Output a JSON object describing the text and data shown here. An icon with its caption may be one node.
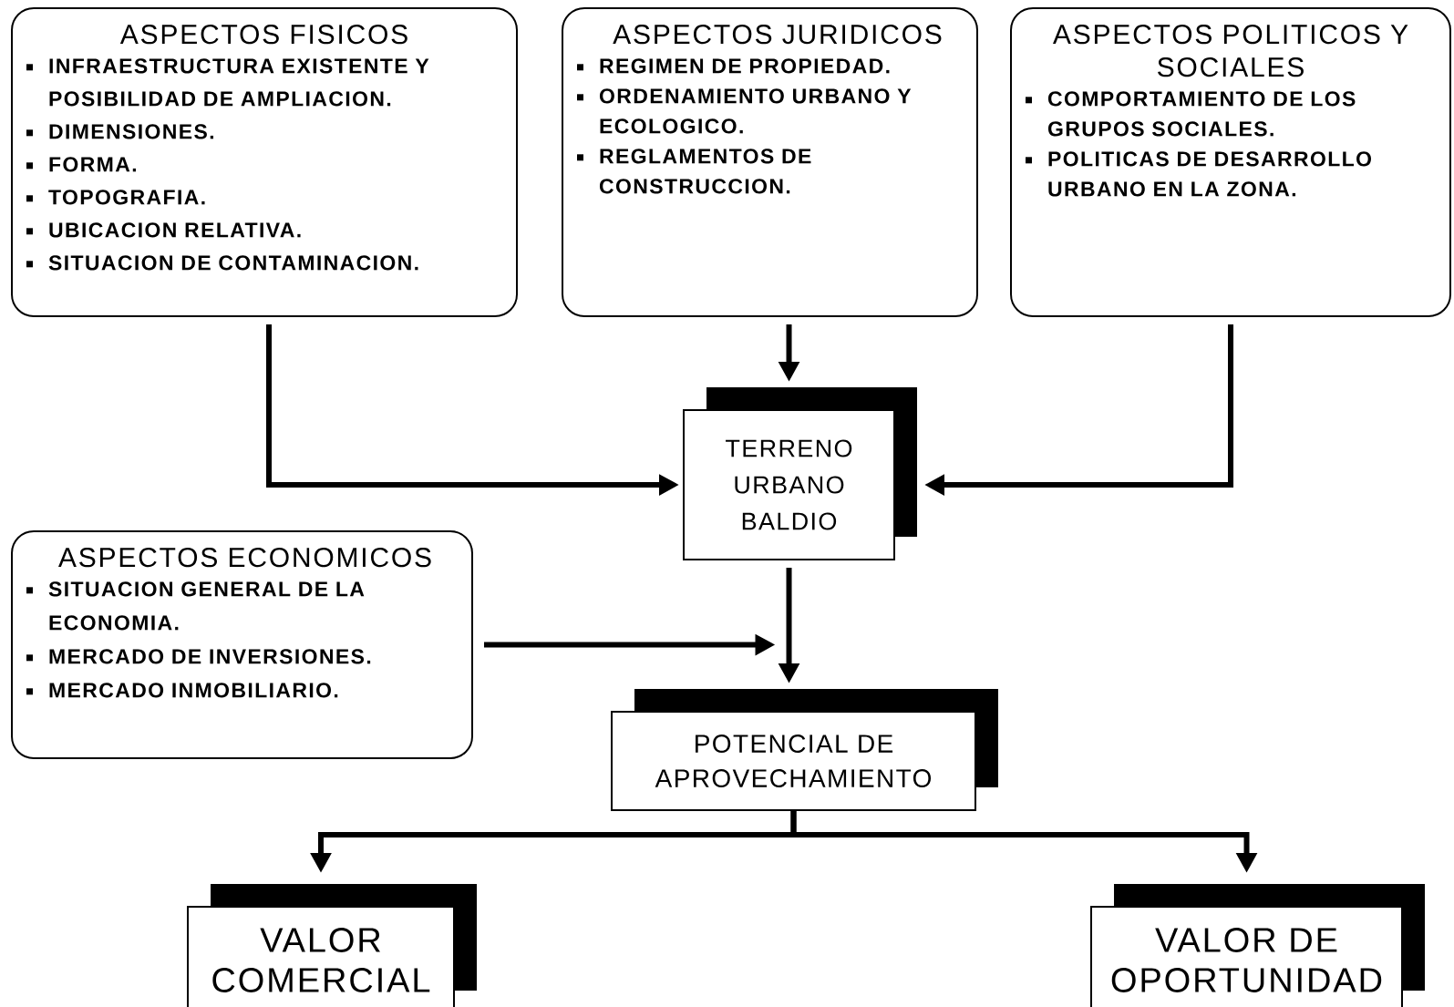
{
  "diagram": {
    "nodes": [
      {
        "text": [
          "ASPECTOS FISICOS",
          "INFRAESTRUCTURA EXISTENTE Y POSIBILIDAD DE AMPLIACION.",
          "DIMENSIONES.",
          "FORMA.",
          "TOPOGRAFIA.",
          "UBICACION RELATIVA.",
          "SITUACION DE CONTAMINACION."
        ]
      },
      {
        "text": [
          "ASPECTOS JURIDICOS",
          "REGIMEN DE PROPIEDAD.",
          "ORDENAMIENTO URBANO Y ECOLOGICO.",
          "REGLAMENTOS DE CONSTRUCCION."
        ]
      },
      {
        "text": [
          "ASPECTOS POLITICOS Y SOCIALES",
          "COMPORTAMIENTO DE LOS GRUPOS SOCIALES.",
          "POLITICAS DE DESARROLLO URBANO EN LA ZONA."
        ]
      },
      {
        "text": [
          "TERRENO URBANO BALDIO"
        ]
      },
      {
        "text": [
          "ASPECTOS ECONOMICOS",
          "SITUACION GENERAL DE LA ECONOMIA.",
          "MERCADO DE INVERSIONES.",
          "MERCADO INMOBILIARIO."
        ]
      },
      {
        "text": [
          "POTENCIAL DE APROVECHAMIENTO"
        ]
      },
      {
        "text": [
          "VALOR COMERCIAL"
        ]
      },
      {
        "text": [
          "VALOR DE OPORTUNIDAD"
        ]
      }
    ],
    "edges": [
      {
        "from": 0,
        "to": 3,
        "arrow": "to"
      },
      {
        "from": 1,
        "to": 3,
        "arrow": "to"
      },
      {
        "from": 2,
        "to": 3,
        "arrow": "to"
      },
      {
        "from": 3,
        "to": 5,
        "arrow": "to"
      },
      {
        "from": 4,
        "to": 5,
        "arrow": "to"
      },
      {
        "from": 5,
        "to": 6,
        "arrow": "to"
      },
      {
        "from": 5,
        "to": 7,
        "arrow": "to"
      }
    ]
  }
}
